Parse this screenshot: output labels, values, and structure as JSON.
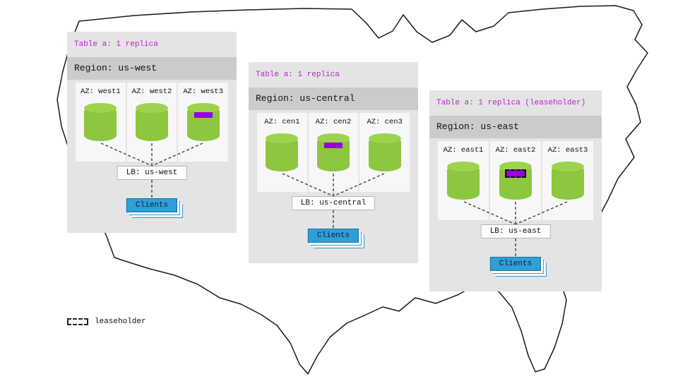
{
  "colors": {
    "panel-bg": "#e4e4e4",
    "band-bg": "#cbcbcb",
    "az-bg": "#f7f7f7",
    "cylinder": "#8dc63f",
    "cylinder-top": "#9ed34d",
    "replica": "#9900dd",
    "table-label": "#bb22cc",
    "clients-bg": "#2e9fd8",
    "line": "#4d4d4d",
    "map-stroke": "#1a1a1a"
  },
  "legend": {
    "label": "leaseholder"
  },
  "regions": [
    {
      "table_label": "Table a: 1 replica",
      "region_label": "Region: us-west",
      "azs": [
        {
          "label": "AZ: west1",
          "replica": false,
          "leaseholder": false
        },
        {
          "label": "AZ: west2",
          "replica": false,
          "leaseholder": false
        },
        {
          "label": "AZ: west3",
          "replica": true,
          "leaseholder": false
        }
      ],
      "lb_label": "LB: us-west",
      "clients_label": "Clients"
    },
    {
      "table_label": "Table a: 1 replica",
      "region_label": "Region: us-central",
      "azs": [
        {
          "label": "AZ: cen1",
          "replica": false,
          "leaseholder": false
        },
        {
          "label": "AZ: cen2",
          "replica": true,
          "leaseholder": false
        },
        {
          "label": "AZ: cen3",
          "replica": false,
          "leaseholder": false
        }
      ],
      "lb_label": "LB: us-central",
      "clients_label": "Clients"
    },
    {
      "table_label": "Table a: 1 replica (leaseholder)",
      "region_label": "Region: us-east",
      "azs": [
        {
          "label": "AZ: east1",
          "replica": false,
          "leaseholder": false
        },
        {
          "label": "AZ: east2",
          "replica": true,
          "leaseholder": true
        },
        {
          "label": "AZ: east3",
          "replica": false,
          "leaseholder": false
        }
      ],
      "lb_label": "LB: us-east",
      "clients_label": "Clients"
    }
  ]
}
